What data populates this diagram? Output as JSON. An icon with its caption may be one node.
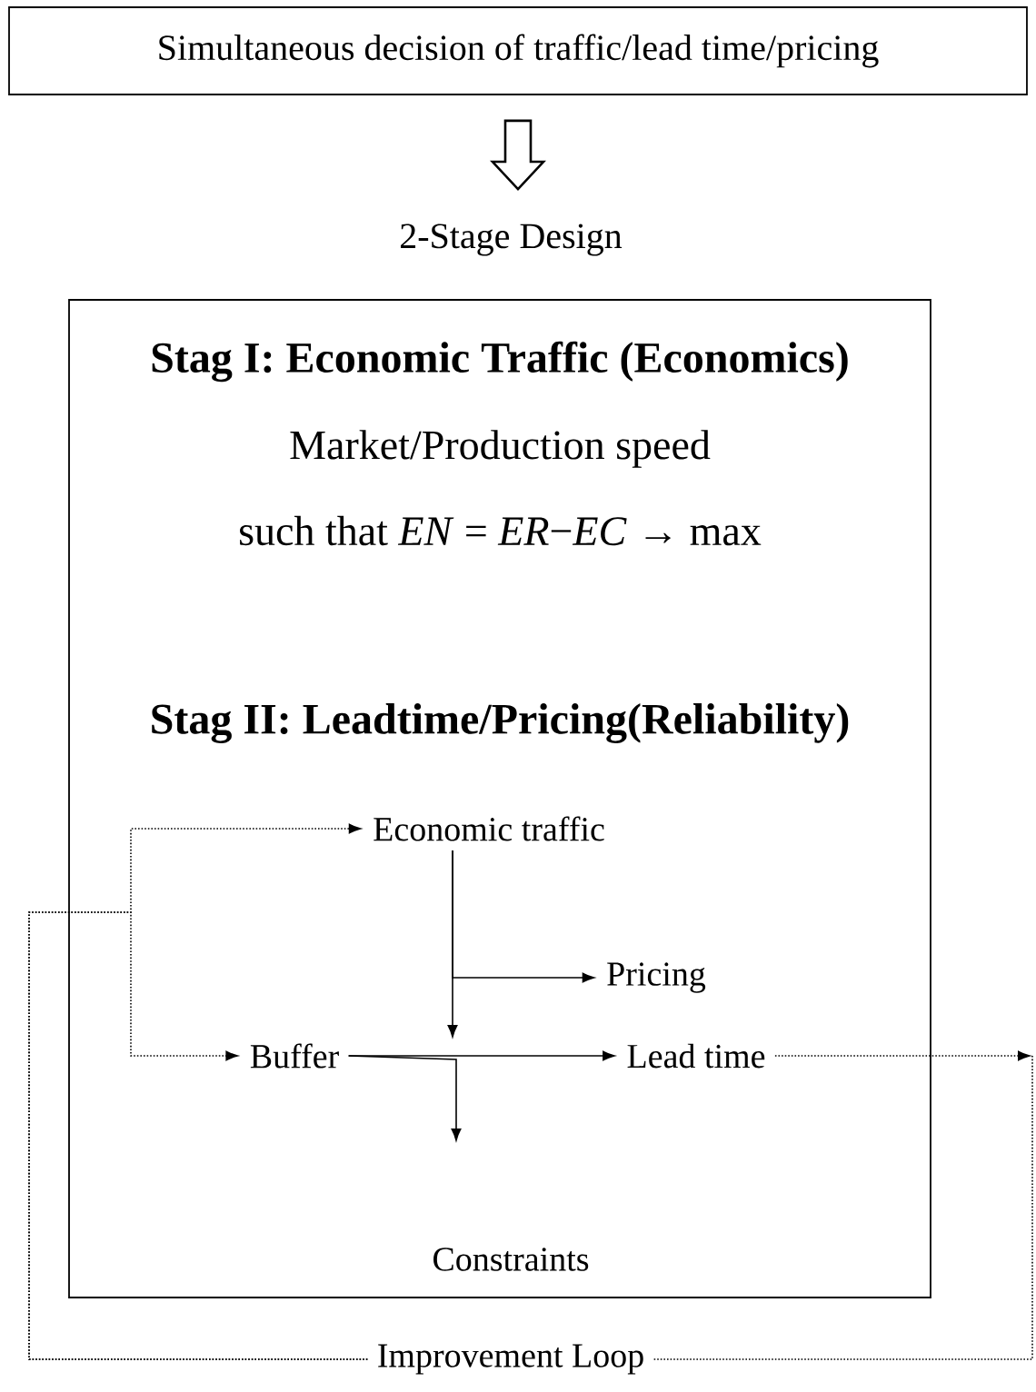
{
  "diagram": {
    "nodes": [
      {
        "text": [
          "Simultaneous decision of traffic/lead time/pricing"
        ]
      },
      {
        "text": [
          "2-Stage Design"
        ]
      },
      {
        "text": [
          "Stag I: Economic Traffic (Economics)",
          "Market/Production speed",
          "such that *EN* = *ER*−*EC* → max",
          "Stag II: Leadtime/Pricing(Reliability)"
        ]
      },
      {
        "text": [
          "Economic traffic"
        ],
        "in": 2
      },
      {
        "text": [
          "Pricing"
        ],
        "in": 2
      },
      {
        "text": [
          "Buffer"
        ],
        "in": 2
      },
      {
        "text": [
          "Lead time"
        ],
        "in": 2
      },
      {
        "text": [
          "Constraints"
        ],
        "in": 2
      },
      {
        "text": [
          "Improvement Loop"
        ]
      }
    ],
    "edges": [
      {
        "from": 0,
        "to": 1,
        "arrow": "to",
        "style": "thick"
      },
      {
        "from": 3,
        "to": null,
        "arrow": "to"
      },
      {
        "from": 3,
        "to": 4,
        "arrow": "to"
      },
      {
        "from": 5,
        "to": 6,
        "arrow": "to"
      },
      {
        "from": 5,
        "to": null,
        "arrow": "to"
      },
      {
        "from": 6,
        "to": null,
        "arrow": "to",
        "style": "dashed"
      },
      {
        "from": null,
        "to": 8,
        "arrow": "none",
        "style": "dashed"
      },
      {
        "from": 8,
        "to": 3,
        "arrow": "to",
        "style": "dashed"
      },
      {
        "from": 8,
        "to": 5,
        "arrow": "to",
        "style": "dashed"
      }
    ]
  }
}
